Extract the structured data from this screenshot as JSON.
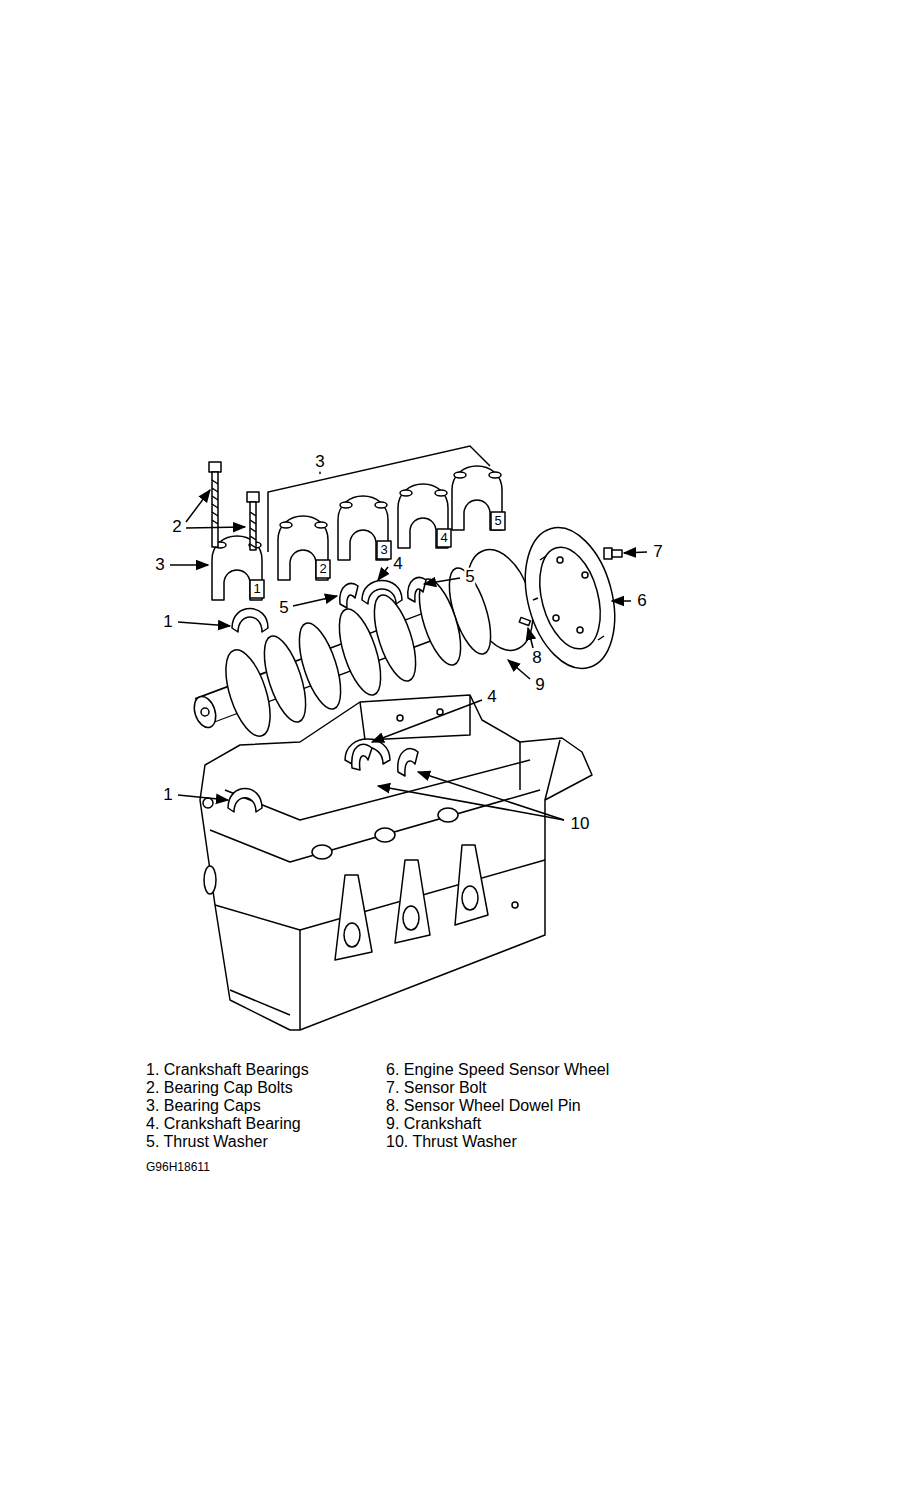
{
  "diagram": {
    "labels": [
      "3",
      "2",
      "3",
      "1",
      "5",
      "4",
      "5",
      "7",
      "6",
      "8",
      "9",
      "4",
      "1",
      "10",
      "1",
      "2",
      "3",
      "4",
      "5",
      "1. Crankshaft Bearings",
      "2. Bearing Cap Bolts",
      "3. Bearing Caps",
      "4. Crankshaft Bearing",
      "5. Thrust Washer",
      "6. Engine Speed Sensor Wheel",
      "7. Sensor Bolt",
      "8. Sensor Wheel Dowel Pin",
      "9. Crankshaft",
      "10. Thrust Washer",
      "G96H18611"
    ]
  }
}
